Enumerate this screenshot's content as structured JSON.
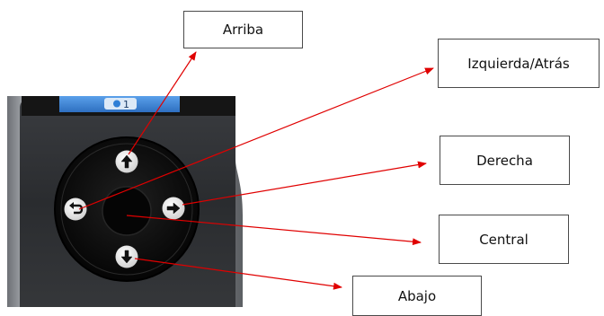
{
  "device": {
    "screen_indicator": "1",
    "colors": {
      "body": "#8e9297",
      "bezel": "#1a1a1a",
      "screen": "#3f86d9",
      "pad_ring": "#0b0b0b",
      "button": "#f2f2f2",
      "center": "#050505",
      "arrow": "#e00000"
    }
  },
  "labels": {
    "up": "Arriba",
    "left_back": "Izquierda/Atrás",
    "right": "Derecha",
    "center": "Central",
    "down": "Abajo"
  },
  "icons": {
    "up": "arrow-up-icon",
    "left_back": "back-arrow-icon",
    "right": "arrow-right-icon",
    "down": "arrow-down-icon",
    "screen": "signal-indicator-icon"
  }
}
